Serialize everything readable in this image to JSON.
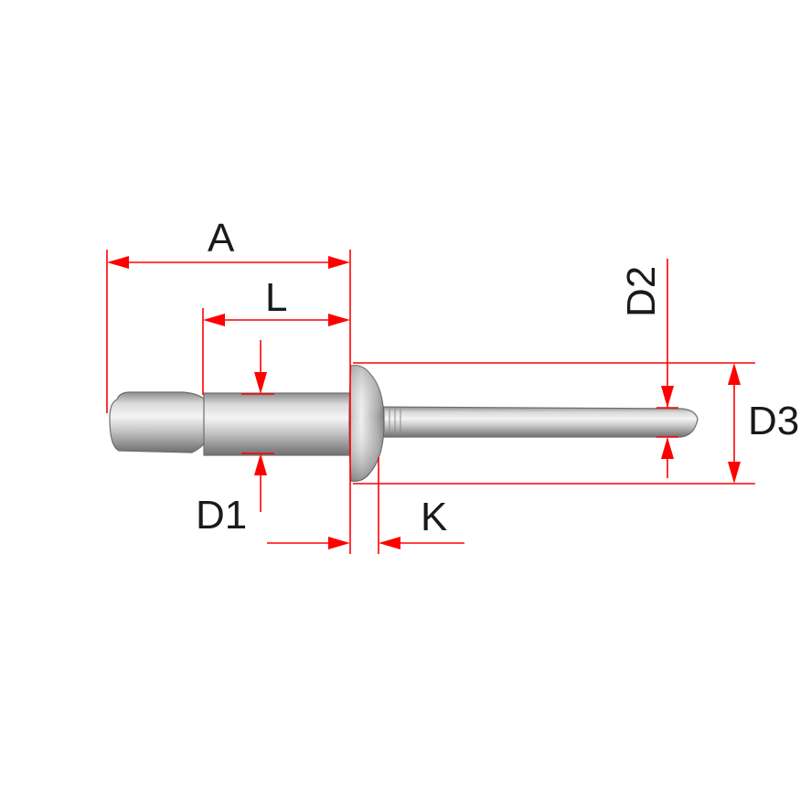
{
  "diagram": {
    "subject": "blind rivet",
    "labels": {
      "A": "A",
      "L": "L",
      "D1": "D1",
      "D2": "D2",
      "D3": "D3",
      "K": "K"
    }
  },
  "colors": {
    "dimension_line": "#ff0000",
    "label_text": "#1a1a1a",
    "metal_light": "#ececec",
    "metal_mid": "#bdbdbd",
    "metal_dark": "#7a7a7a"
  }
}
